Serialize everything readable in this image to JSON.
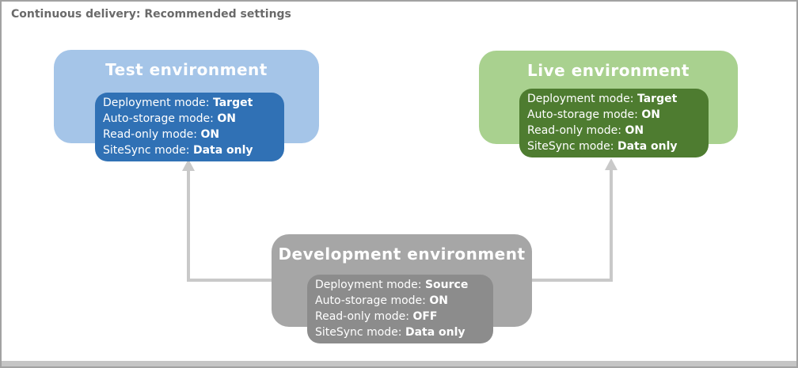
{
  "page_title": "Continuous delivery: Recommended settings",
  "colors": {
    "test_card": "#a5c5e8",
    "test_panel": "#3071b5",
    "live_card": "#a9d18f",
    "live_panel": "#4e7c30",
    "dev_card": "#a6a6a6",
    "dev_panel": "#8c8c8c",
    "arrow": "#c9c9c9",
    "title_text": "#6a6a6a",
    "frame_border": "#a2a2a2"
  },
  "environments": [
    {
      "id": "test",
      "title": "Test environment",
      "card_color": "#a5c5e8",
      "panel_color": "#3071b5",
      "settings": [
        {
          "label": "Deployment mode:",
          "value": "Target"
        },
        {
          "label": "Auto-storage mode:",
          "value": "ON"
        },
        {
          "label": "Read-only mode:",
          "value": "ON"
        },
        {
          "label": "SiteSync mode:",
          "value": "Data only"
        }
      ]
    },
    {
      "id": "live",
      "title": "Live environment",
      "card_color": "#a9d18f",
      "panel_color": "#4e7c30",
      "settings": [
        {
          "label": "Deployment mode:",
          "value": "Target"
        },
        {
          "label": "Auto-storage mode:",
          "value": "ON"
        },
        {
          "label": "Read-only mode:",
          "value": "ON"
        },
        {
          "label": "SiteSync mode:",
          "value": "Data only"
        }
      ]
    },
    {
      "id": "development",
      "title": "Development environment",
      "card_color": "#a6a6a6",
      "panel_color": "#8c8c8c",
      "settings": [
        {
          "label": "Deployment mode:",
          "value": "Source"
        },
        {
          "label": "Auto-storage mode:",
          "value": "ON"
        },
        {
          "label": "Read-only mode:",
          "value": "OFF"
        },
        {
          "label": "SiteSync mode:",
          "value": "Data only"
        }
      ]
    }
  ],
  "arrows": [
    {
      "from": "Development environment",
      "to": "Test environment"
    },
    {
      "from": "Development environment",
      "to": "Live environment"
    }
  ]
}
